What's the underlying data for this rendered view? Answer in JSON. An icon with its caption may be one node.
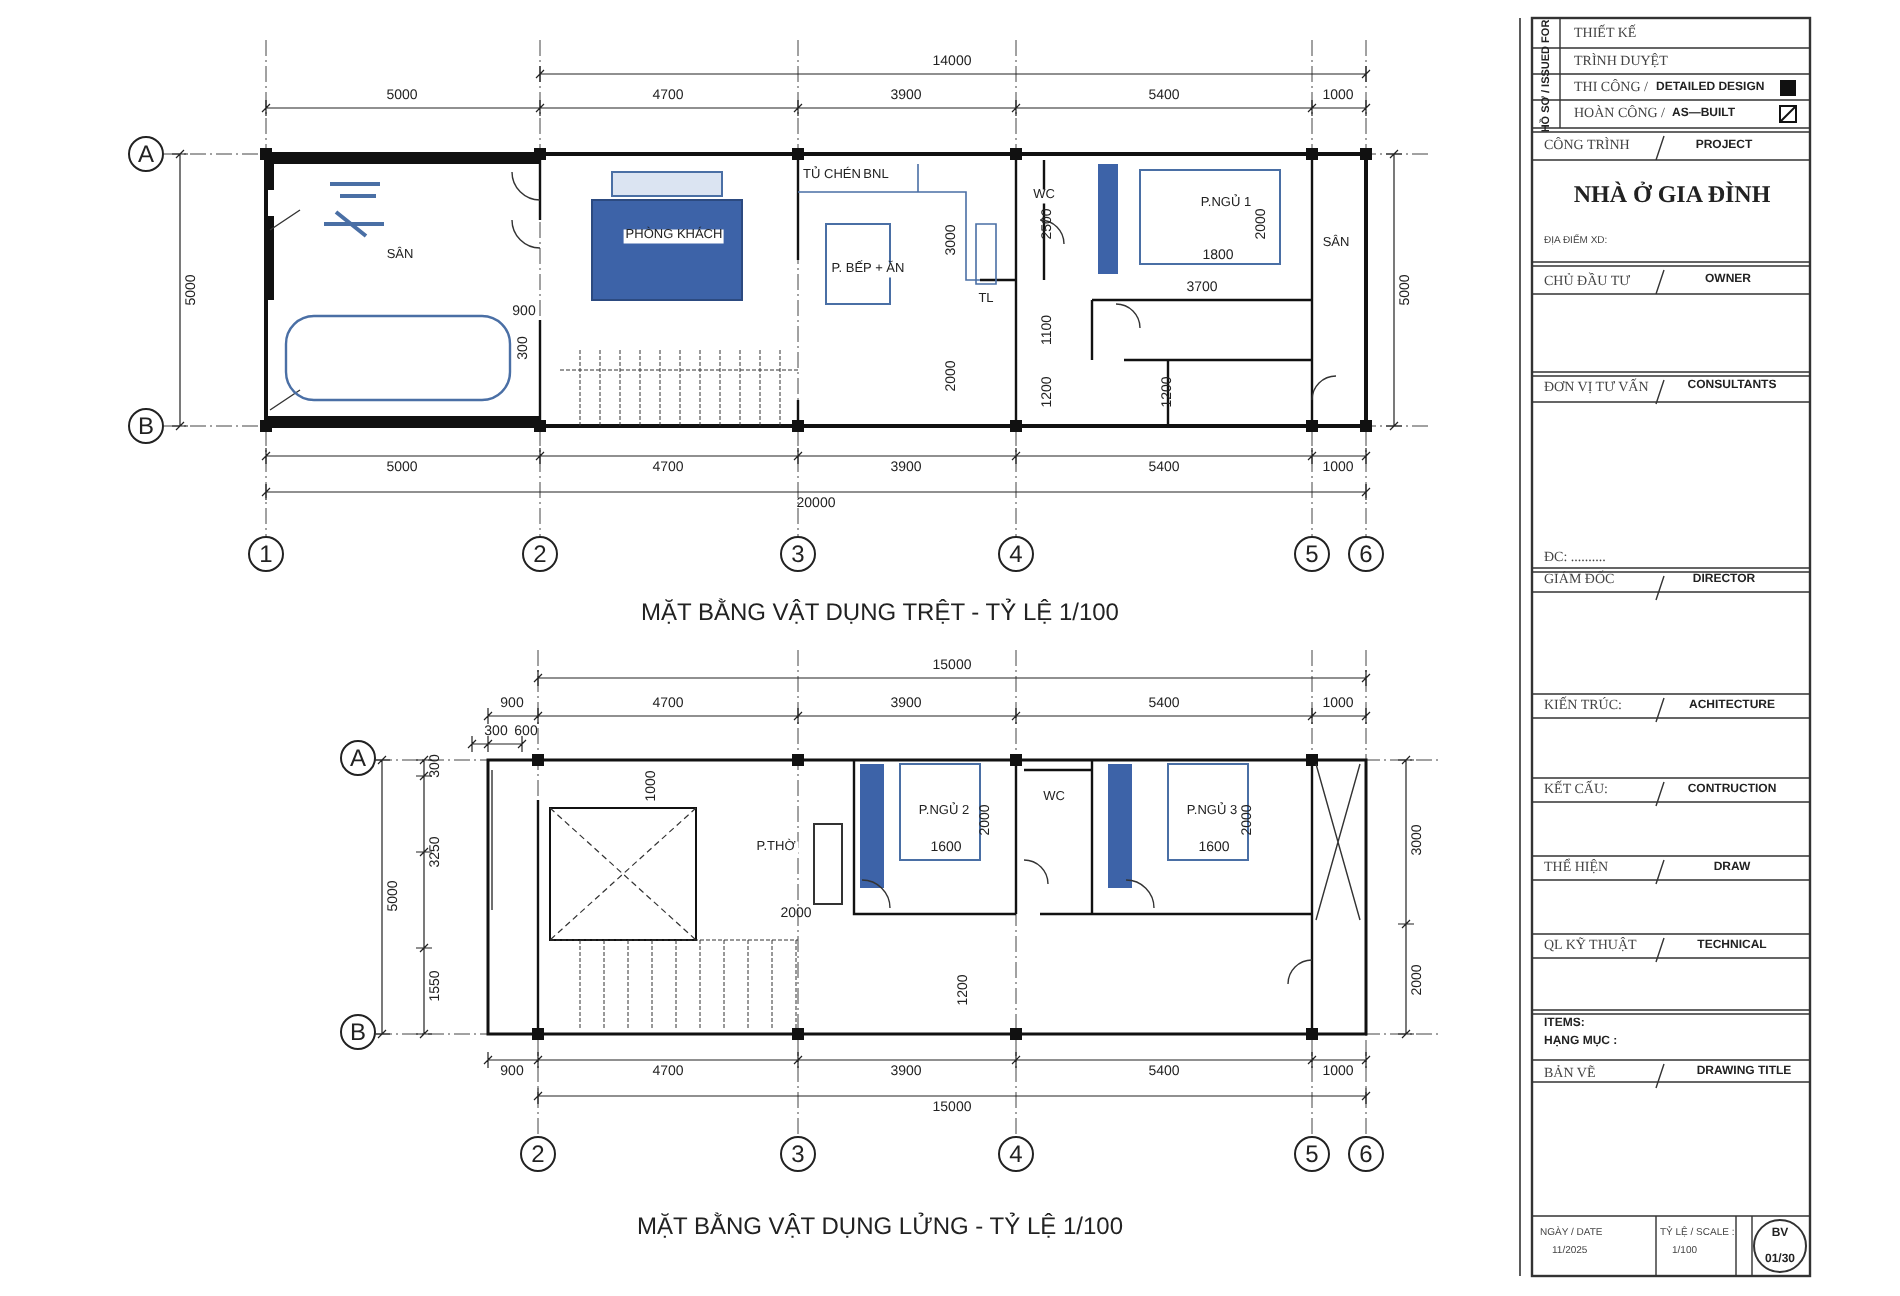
{
  "diagram": {
    "labels": [
      "14000",
      "5000",
      "4700",
      "3900",
      "5400",
      "1000",
      "5000",
      "5000",
      "A",
      "B",
      "SÂN",
      "PHÒNG KHÁCH",
      "TỦ CHÉN",
      "BNL",
      "P. BẾP + ĂN",
      "TL",
      "WC",
      "P.NGỦ 1",
      "SÂN",
      "900",
      "300",
      "3000",
      "2000",
      "2500",
      "1100",
      "1200",
      "1200",
      "2000",
      "1800",
      "3700",
      "5000",
      "4700",
      "3900",
      "5400",
      "1000",
      "20000",
      "1",
      "2",
      "3",
      "4",
      "5",
      "6",
      "MẶT BẰNG VẬT DỤNG TRỆT - TỶ LỆ 1/100",
      "15000",
      "900",
      "4700",
      "3900",
      "5400",
      "1000",
      "300",
      "600",
      "A",
      "B",
      "5000",
      "300",
      "3250",
      "1550",
      "1000",
      "P.THỜ",
      "2000",
      "P.NGỦ 2",
      "2000",
      "1600",
      "WC",
      "P.NGỦ 3",
      "2000",
      "1600",
      "1200",
      "3000",
      "2000",
      "900",
      "4700",
      "3900",
      "5400",
      "1000",
      "15000",
      "2",
      "3",
      "4",
      "5",
      "6",
      "MẶT BẰNG VẬT DỤNG LỬNG - TỶ LỆ 1/100",
      "HỒ SƠ / ISSUED FOR",
      "THIẾT KẾ",
      "TRÌNH DUYỆT",
      "THI CÔNG /",
      "DETAILED DESIGN",
      "HOÀN CÔNG /",
      "AS—BUILT",
      "CÔNG TRÌNH",
      "PROJECT",
      "NHÀ Ở GIA ĐÌNH",
      "ĐỊA ĐIỂM XD:",
      "CHỦ ĐẦU TƯ",
      "OWNER",
      "ĐƠN VỊ TƯ VẤN",
      "CONSULTANTS",
      "ĐC: ..........",
      "GIÁM ĐỐC",
      "DIRECTOR",
      "KIẾN TRÚC:",
      "ACHITECTURE",
      "KẾT CẤU:",
      "CONTRUCTION",
      "THỂ HIỆN",
      "DRAW",
      "QL KỸ THUẬT",
      "TECHNICAL",
      "ITEMS:",
      "HẠNG MỤC :",
      "BẢN VẼ",
      "DRAWING TITLE",
      "NGÀY / DATE",
      "11/2025",
      "TỶ LỆ / SCALE :",
      "1/100",
      "BV",
      "01/30"
    ]
  }
}
